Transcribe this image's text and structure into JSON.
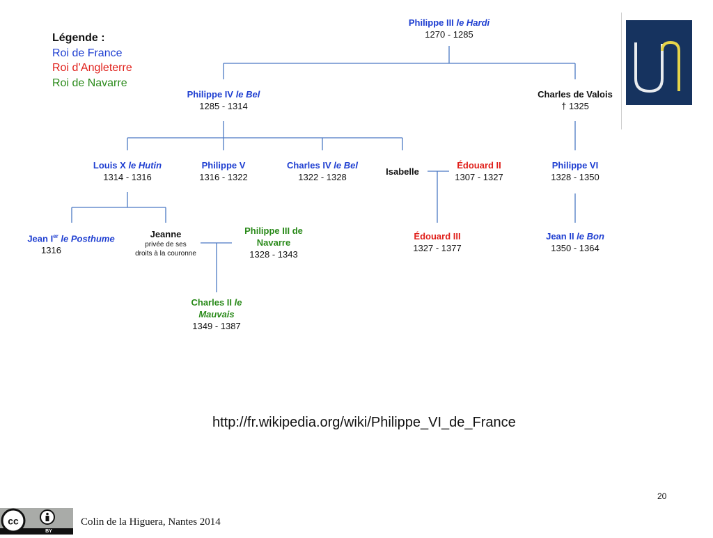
{
  "legend": {
    "title": "Légende :",
    "items": [
      {
        "label": "Roi de France",
        "color": "#1f3fd1"
      },
      {
        "label": "Roi d’Angleterre",
        "color": "#e0201b"
      },
      {
        "label": "Roi de Navarre",
        "color": "#2a8a1a"
      }
    ]
  },
  "people": {
    "philippe3": {
      "name": "Philippe III ",
      "epithet": "le Hardi",
      "dates": "1270 - 1285"
    },
    "philippe4": {
      "name": "Philippe IV ",
      "epithet": "le Bel",
      "dates": "1285 - 1314"
    },
    "charles_valois": {
      "name": "Charles de Valois",
      "dates": "† 1325"
    },
    "louis10": {
      "name": "Louis X ",
      "epithet": "le Hutin",
      "dates": "1314 - 1316"
    },
    "philippe5": {
      "name": "Philippe V",
      "dates": "1316 - 1322"
    },
    "charles4": {
      "name": "Charles IV ",
      "epithet": "le Bel",
      "dates": "1322 - 1328"
    },
    "isabelle": {
      "name": "Isabelle"
    },
    "edouard2": {
      "name": "Édouard II",
      "dates": "1307 - 1327"
    },
    "philippe6": {
      "name": "Philippe VI",
      "dates": "1328 - 1350"
    },
    "jean1": {
      "name": "Jean I",
      "sup": "er",
      "epithet": "le Posthume",
      "dates": "1316"
    },
    "jeanne": {
      "name": "Jeanne",
      "note_line1": "privée de ses",
      "note_line2": "droits à la couronne"
    },
    "philippe3_navarre": {
      "name_line1": "Philippe III de",
      "name_line2": "Navarre",
      "dates": "1328 - 1343"
    },
    "edouard3": {
      "name": "Édouard III",
      "dates": "1327 - 1377"
    },
    "jean2": {
      "name": "Jean II ",
      "epithet": "le Bon",
      "dates": "1350 - 1364"
    },
    "charles2": {
      "name_line1": "Charles II ",
      "epithet_line1": "le",
      "epithet_line2": "Mauvais",
      "dates": "1349 - 1387"
    }
  },
  "source_url": "http://fr.wikipedia.org/wiki/Philippe_VI_de_France",
  "page_number": "20",
  "footer": {
    "credit": "Colin de la Higuera, Nantes 2014",
    "license_tag": "BY",
    "license_icon": "cc-by-icon"
  },
  "colors": {
    "france": "#1f3fd1",
    "england": "#e0201b",
    "navarre": "#2a8a1a",
    "lines": "#4a78c4",
    "logo_bg": "#16335f",
    "logo_accent": "#e6d44a"
  }
}
